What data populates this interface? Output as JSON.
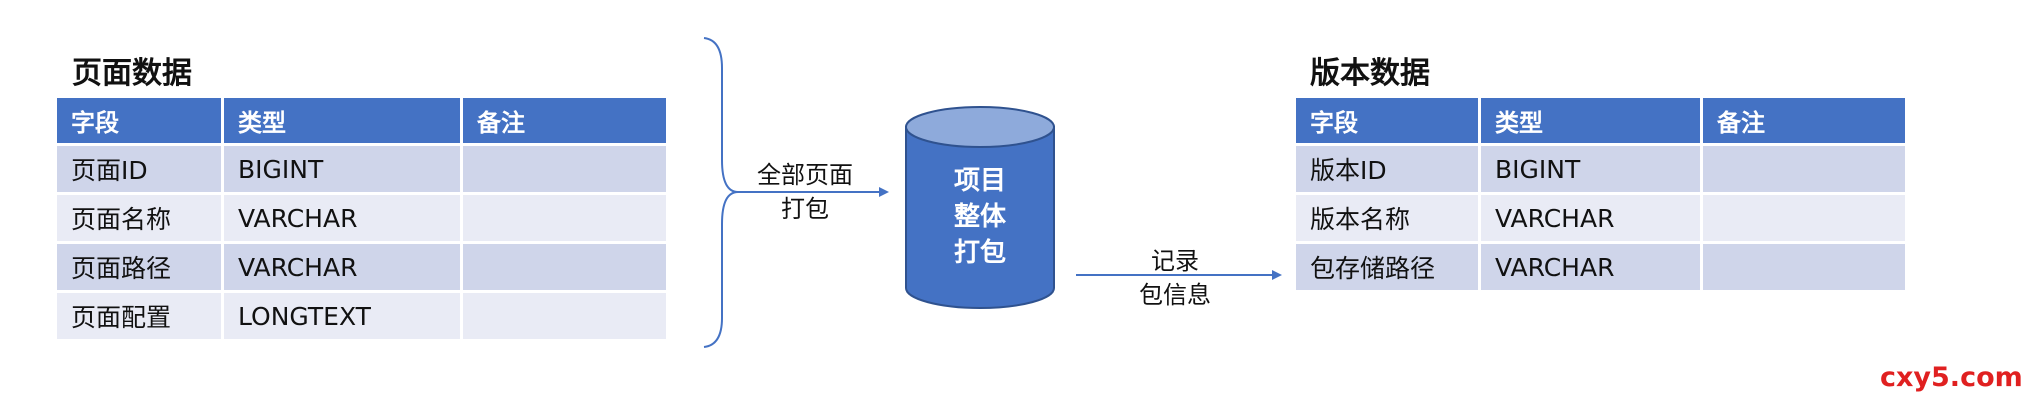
{
  "left_table": {
    "title": "页面数据",
    "headers": [
      "字段",
      "类型",
      "备注"
    ],
    "rows": [
      [
        "页面ID",
        "BIGINT",
        ""
      ],
      [
        "页面名称",
        "VARCHAR",
        ""
      ],
      [
        "页面路径",
        "VARCHAR",
        ""
      ],
      [
        "页面配置",
        "LONGTEXT",
        ""
      ]
    ]
  },
  "right_table": {
    "title": "版本数据",
    "headers": [
      "字段",
      "类型",
      "备注"
    ],
    "rows": [
      [
        "版本ID",
        "BIGINT",
        ""
      ],
      [
        "版本名称",
        "VARCHAR",
        ""
      ],
      [
        "包存储路径",
        "VARCHAR",
        ""
      ]
    ]
  },
  "arrow1_label": {
    "line1": "全部页面",
    "line2": "打包"
  },
  "cylinder_label": {
    "line1": "项目",
    "line2": "整体",
    "line3": "打包"
  },
  "arrow2_label": {
    "line1": "记录",
    "line2": "包信息"
  },
  "watermark": "cxy5.com",
  "colors": {
    "header_blue": "#4472c4",
    "row_dark": "#cfd5ea",
    "row_light": "#e9ebf5",
    "cylinder_body": "#4472c4",
    "cylinder_top": "#8eaadb",
    "watermark_red": "#e02020"
  }
}
